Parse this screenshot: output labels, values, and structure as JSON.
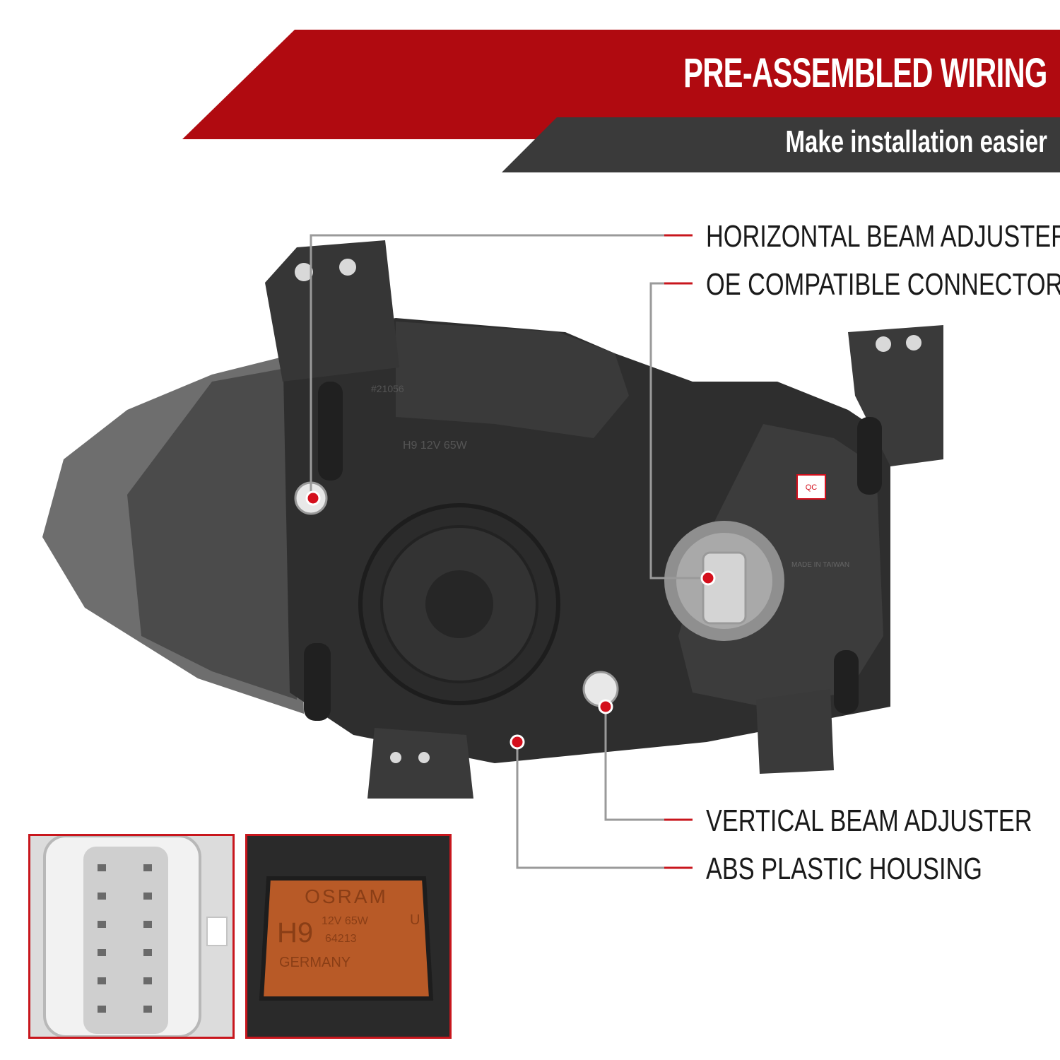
{
  "banner": {
    "title": "PRE-ASSEMBLED WIRING",
    "subtitle": "Make installation easier"
  },
  "callouts": [
    {
      "label": "HORIZONTAL BEAM ADJUSTER"
    },
    {
      "label": "OE COMPATIBLE CONNECTOR"
    },
    {
      "label": "VERTICAL BEAM ADJUSTER"
    },
    {
      "label": "ABS PLASTIC HOUSING"
    }
  ],
  "housing_markings": {
    "part_no": "#21056",
    "bulb_spec": "H9 12V 65W",
    "made_in": "MADE IN TAIWAN",
    "qc": "QC"
  },
  "bulb_label": {
    "brand": "OSRAM",
    "type": "H9",
    "rating": "12V 65W",
    "code": "64213",
    "letter": "U",
    "country": "GERMANY"
  },
  "colors": {
    "accent_red": "#b00a10",
    "banner_dark": "#3a3a3a",
    "housing": "#2e2e2e",
    "callout_dot": "#d40f1c"
  }
}
